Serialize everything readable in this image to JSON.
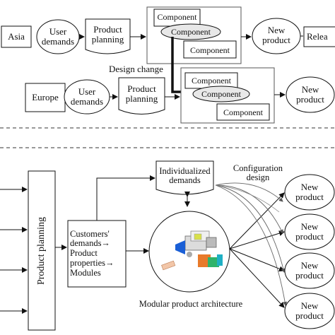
{
  "top": {
    "asia_label": "Asia",
    "asia_user_demands": "User\ndemands",
    "asia_product_planning": "Product\nplanning",
    "asia_component_1": "Component",
    "asia_component_2": "Component",
    "asia_component_3": "Component",
    "asia_new_product": "New\nproduct",
    "release_label": "Relea",
    "design_change": "Design change",
    "europe_label": "Europe",
    "europe_user_demands": "User\ndemands",
    "europe_product_planning": "Product\nplanning",
    "europe_component_1": "Component",
    "europe_component_2": "Component",
    "europe_component_3": "Component",
    "europe_new_product": "New\nproduct"
  },
  "bottom": {
    "product_planning": "Product planning",
    "customers_text": "Customers'\ndemands→\nProduct\nproperties→\nModules",
    "individualized_demands": "Individualized\ndemands",
    "configuration_design": "Configuration\ndesign",
    "new_product_1": "New\nproduct",
    "new_product_2": "New\nproduct",
    "new_product_3": "New\nproduct",
    "new_product_4": "New\nproduct",
    "modular_caption": "Modular product architecture"
  },
  "colors": {
    "module_blue": "#1a5fd6",
    "module_orange": "#e87a2a",
    "module_green": "#2fb36a",
    "module_teal": "#1fb0c4",
    "module_yellow": "#d8e04a"
  }
}
